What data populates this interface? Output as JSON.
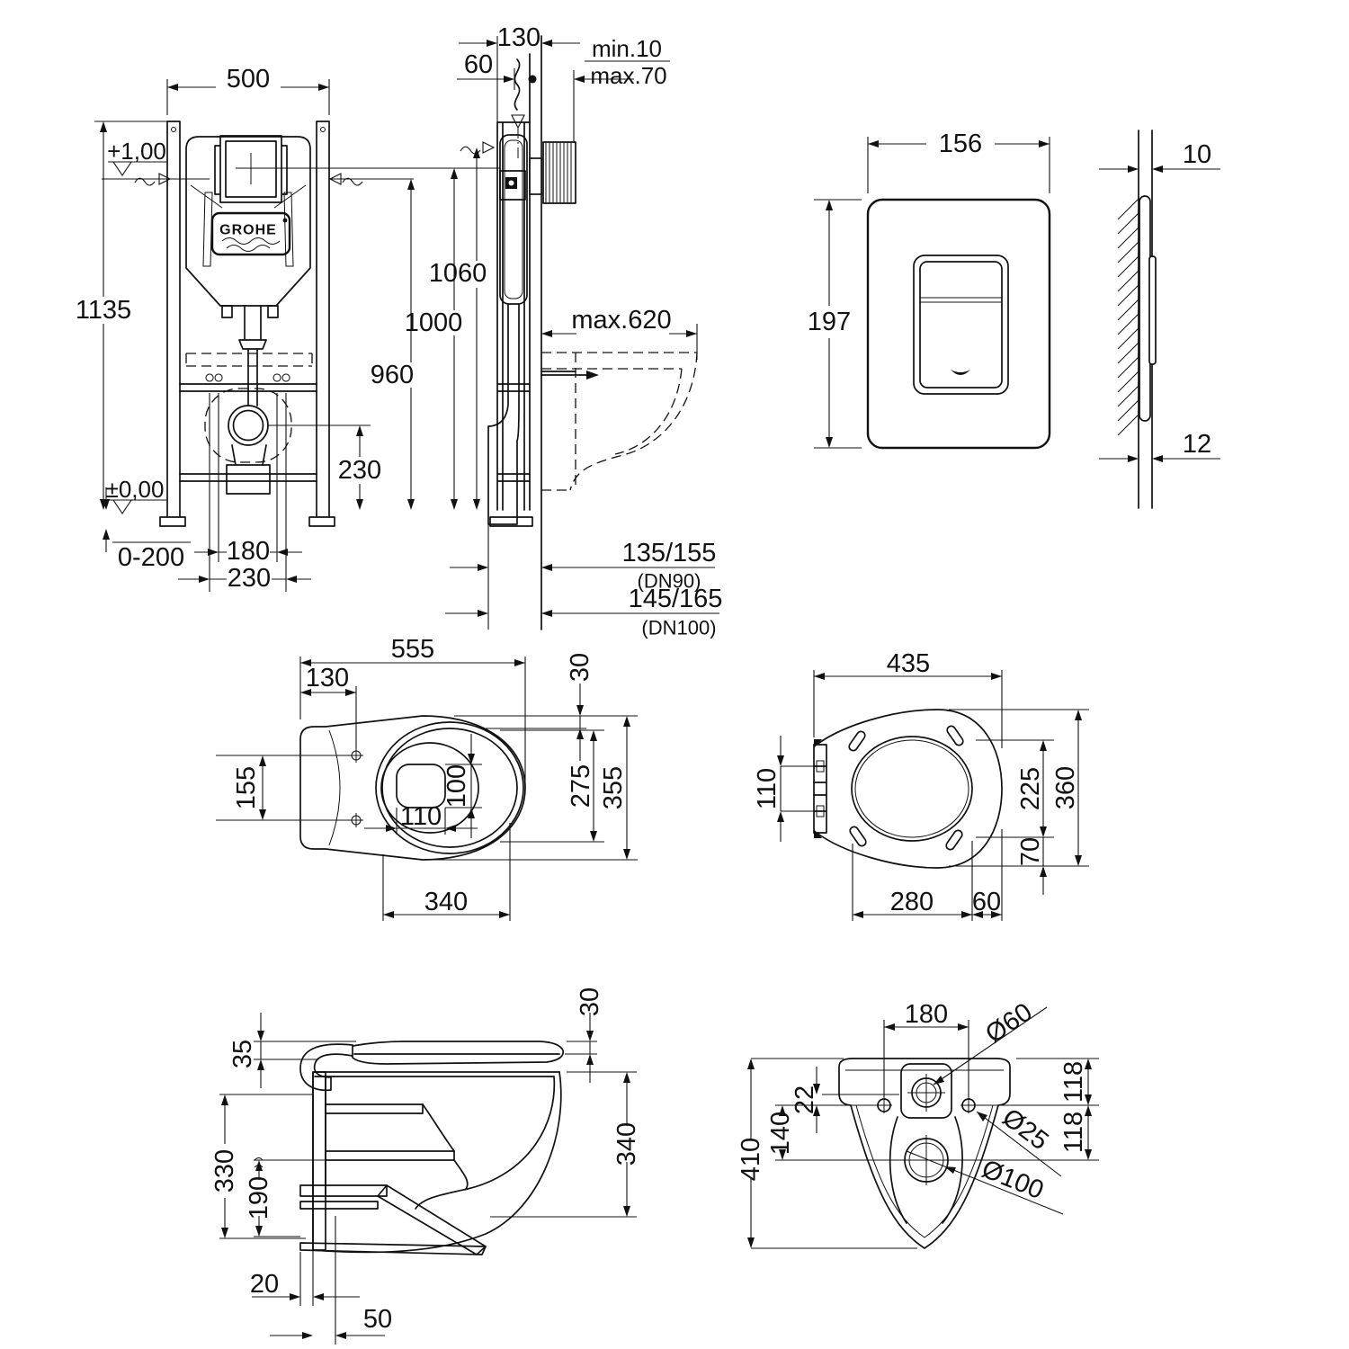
{
  "views": {
    "frame_front": {
      "width": "500",
      "height": "1135",
      "level_plus": "+1,00",
      "level_zero": "±0,00",
      "floor_adjust": "0-200",
      "bolt_spacing": "180",
      "outlet_center": "230",
      "outlet_height": "230",
      "brand": "GROHE"
    },
    "frame_side": {
      "frame_depth": "130",
      "pipe_offset": "60",
      "wall_min": "min.10",
      "wall_max": "max.70",
      "height_top": "1060",
      "height_flush": "1000",
      "height_bracket": "960",
      "bowl_depth_max": "max.620",
      "drain_90": "135/155",
      "drain_90_dn": "(DN90)",
      "drain_100": "145/165",
      "drain_100_dn": "(DN100)"
    },
    "flush_plate": {
      "width": "156",
      "height": "197",
      "offset_top": "10",
      "offset_bottom": "12"
    },
    "bowl_top": {
      "length": "555",
      "bolt_to_back": "130",
      "rim_offset": "30",
      "bolt_spacing": "155",
      "outlet_width": "110",
      "outlet_depth": "100",
      "inner_width": "275",
      "width": "355",
      "rim_length": "340"
    },
    "seat_top": {
      "length": "435",
      "hinge_width": "110",
      "inner_width": "225",
      "width": "360",
      "rear_offset": "70",
      "inner_length": "280",
      "front_offset": "60"
    },
    "bowl_section": {
      "lid_thickness": "30",
      "seat_height": "35",
      "back_height": "330",
      "spigot_height": "190",
      "depth": "340",
      "bottom_offset": "20",
      "spigot_offset": "50"
    },
    "bowl_rear": {
      "bolt_spacing": "180",
      "inlet_diameter": "Ø60",
      "boss_offset": "22",
      "outlet_offset": "140",
      "height": "410",
      "bolt_diameter": "Ø25",
      "outlet_diameter": "Ø100",
      "top_to_bolts": "118",
      "bolts_to_outlet": "118"
    }
  }
}
